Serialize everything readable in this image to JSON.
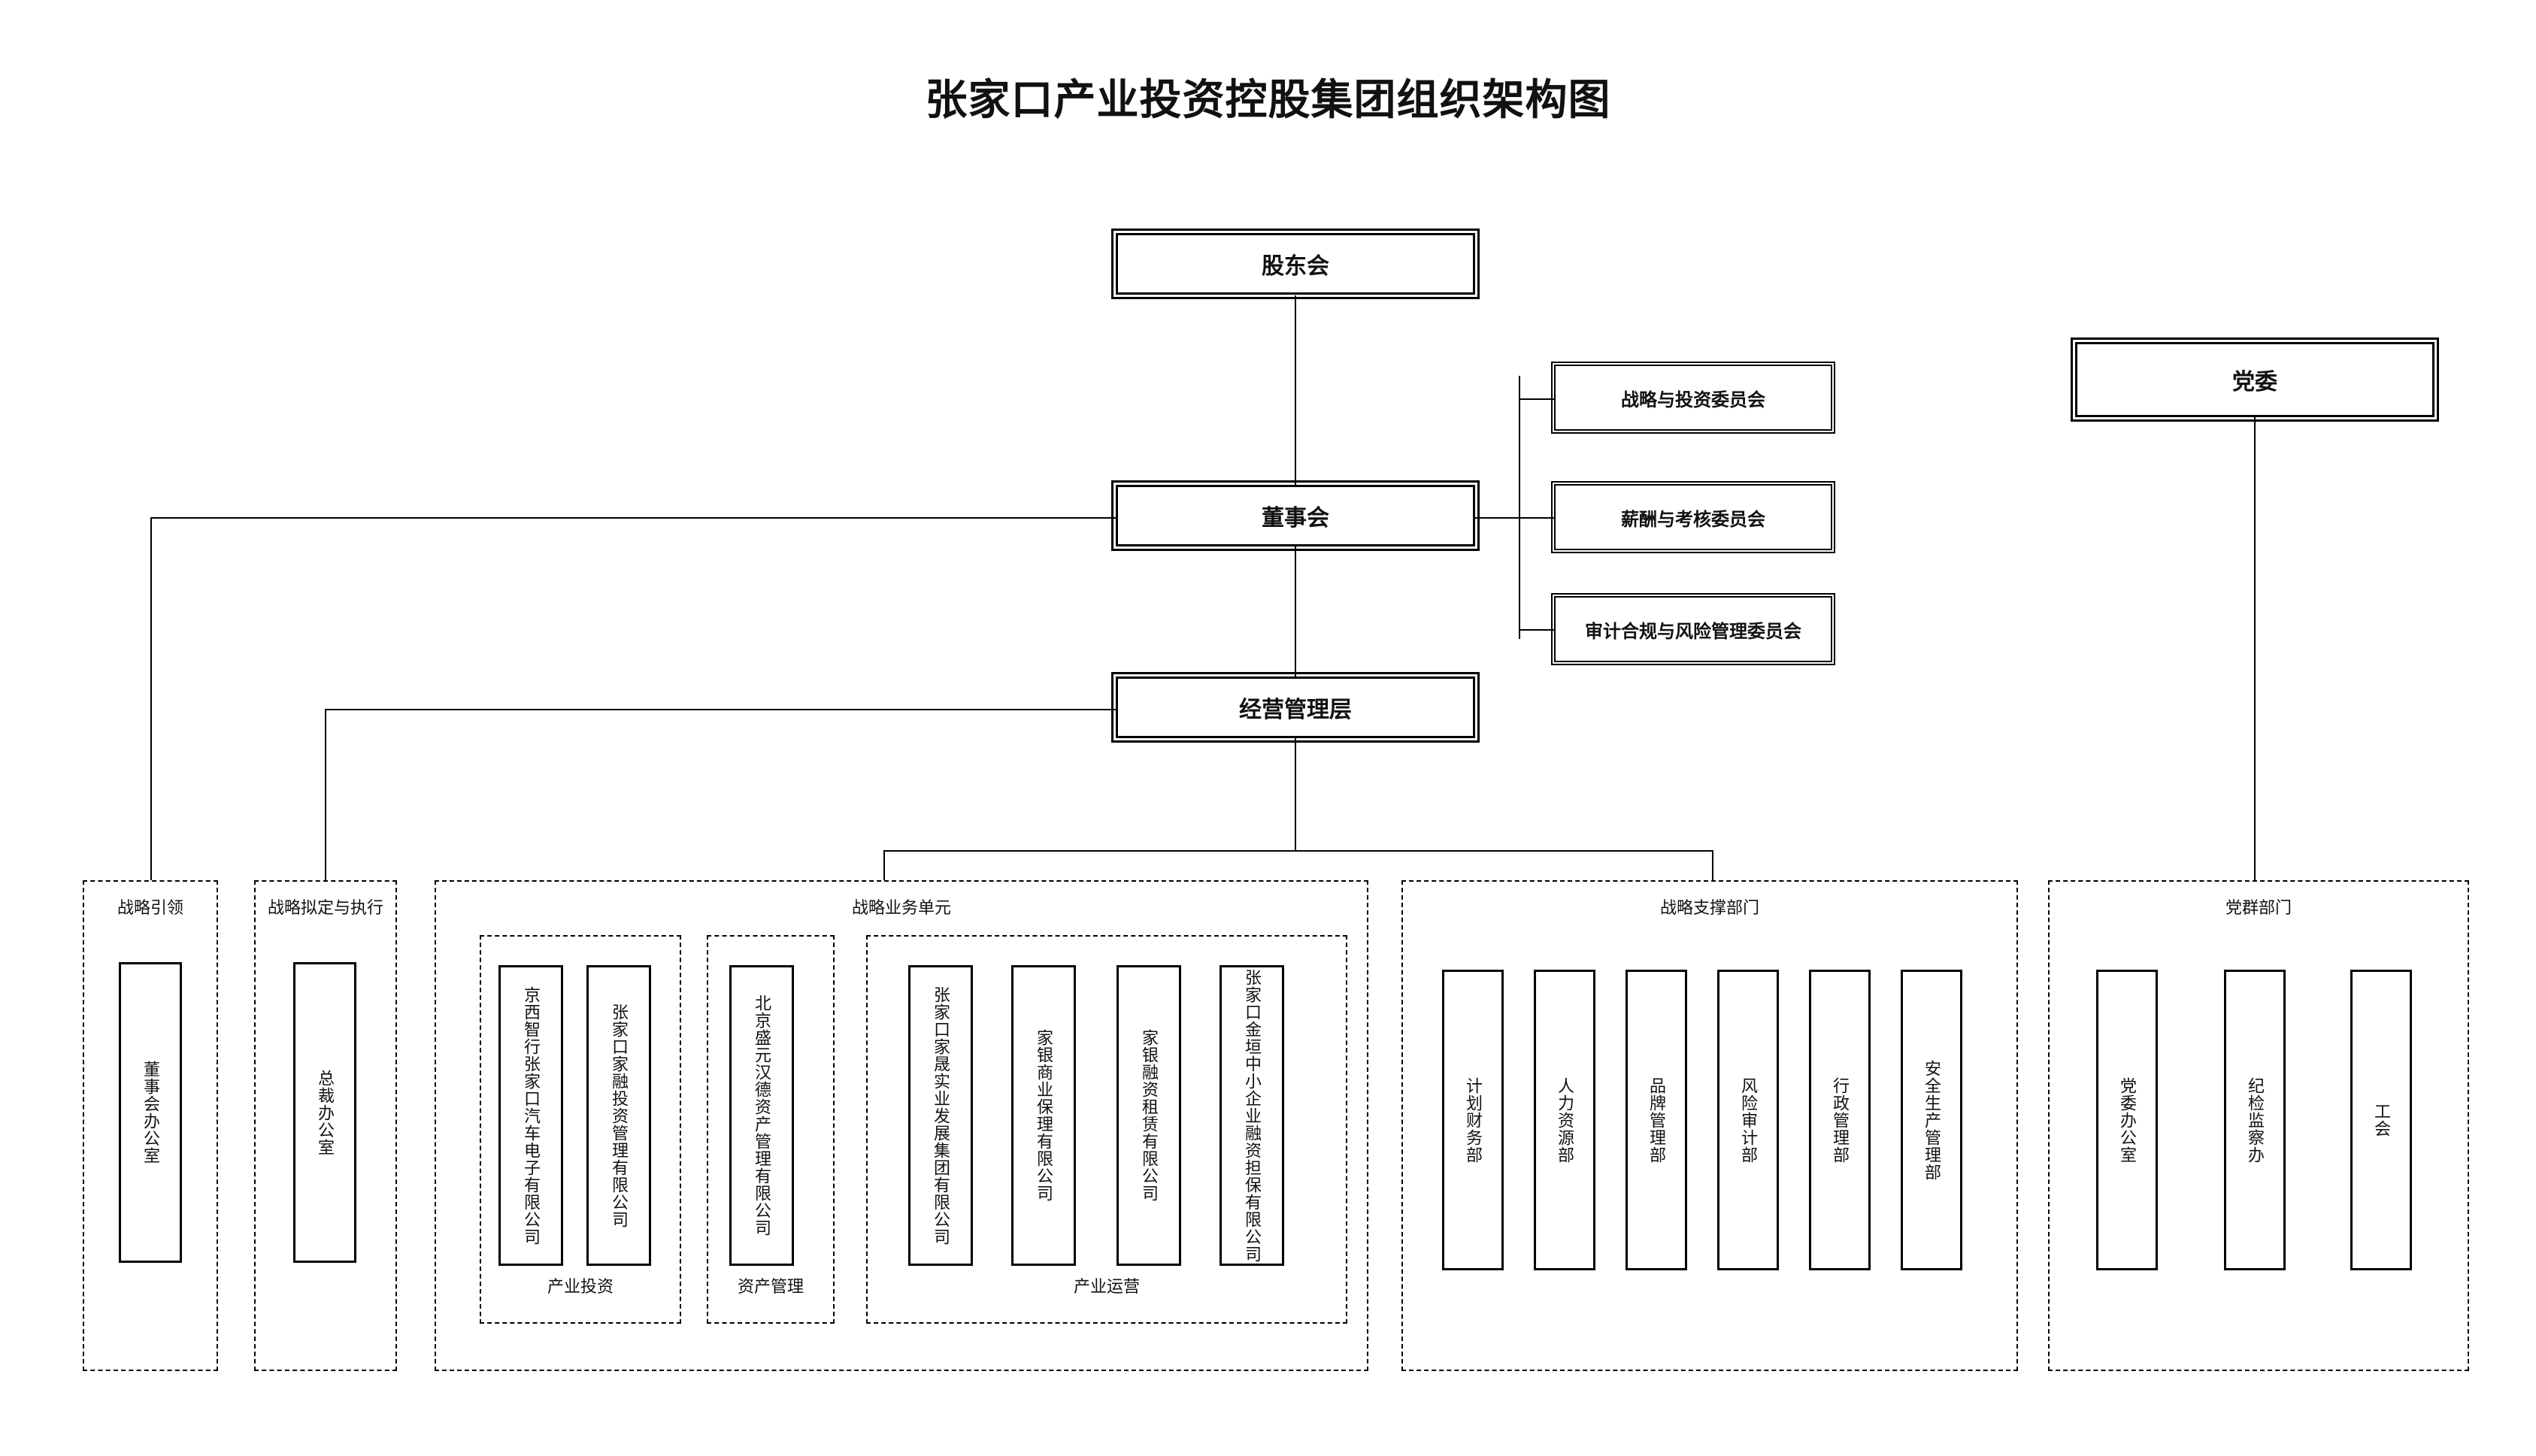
{
  "title": "张家口产业投资控股集团组织架构图",
  "top_nodes": {
    "shareholders": "股东会",
    "board": "董事会",
    "management": "经营管理层",
    "party_committee": "党委"
  },
  "committees": [
    "战略与投资委员会",
    "薪酬与考核委员会",
    "审计合规与风险管理委员会"
  ],
  "groups": [
    {
      "id": "strategy-leading",
      "label": "战略引领",
      "boxes": [
        "董事会办公室"
      ]
    },
    {
      "id": "strategy-formulation",
      "label": "战略拟定与执行",
      "boxes": [
        "总裁办公室"
      ]
    },
    {
      "id": "strategic-business-unit",
      "label": "战略业务单元",
      "subgroups": [
        {
          "id": "industrial-investment",
          "label": "产业投资",
          "boxes": [
            "京西智行张家口汽车电子有限公司",
            "张家口家融投资管理有限公司"
          ]
        },
        {
          "id": "asset-management",
          "label": "资产管理",
          "boxes": [
            "北京盛元汉德资产管理有限公司"
          ]
        },
        {
          "id": "industrial-operation",
          "label": "产业运营",
          "boxes": [
            "张家口家晟实业发展集团有限公司",
            "家银商业保理有限公司",
            "家银融资租赁有限公司",
            "张家口金垣中小企业融资担保有限公司"
          ]
        }
      ]
    },
    {
      "id": "strategic-support",
      "label": "战略支撑部门",
      "boxes": [
        "计划财务部",
        "人力资源部",
        "品牌管理部",
        "风险审计部",
        "行政管理部",
        "安全生产管理部"
      ]
    },
    {
      "id": "party-mass",
      "label": "党群部门",
      "boxes": [
        "党委办公室",
        "纪检监察办",
        "工会"
      ]
    }
  ],
  "colors": {
    "line": "#000000",
    "box_fill": "#ffffff",
    "text": "#111111"
  }
}
